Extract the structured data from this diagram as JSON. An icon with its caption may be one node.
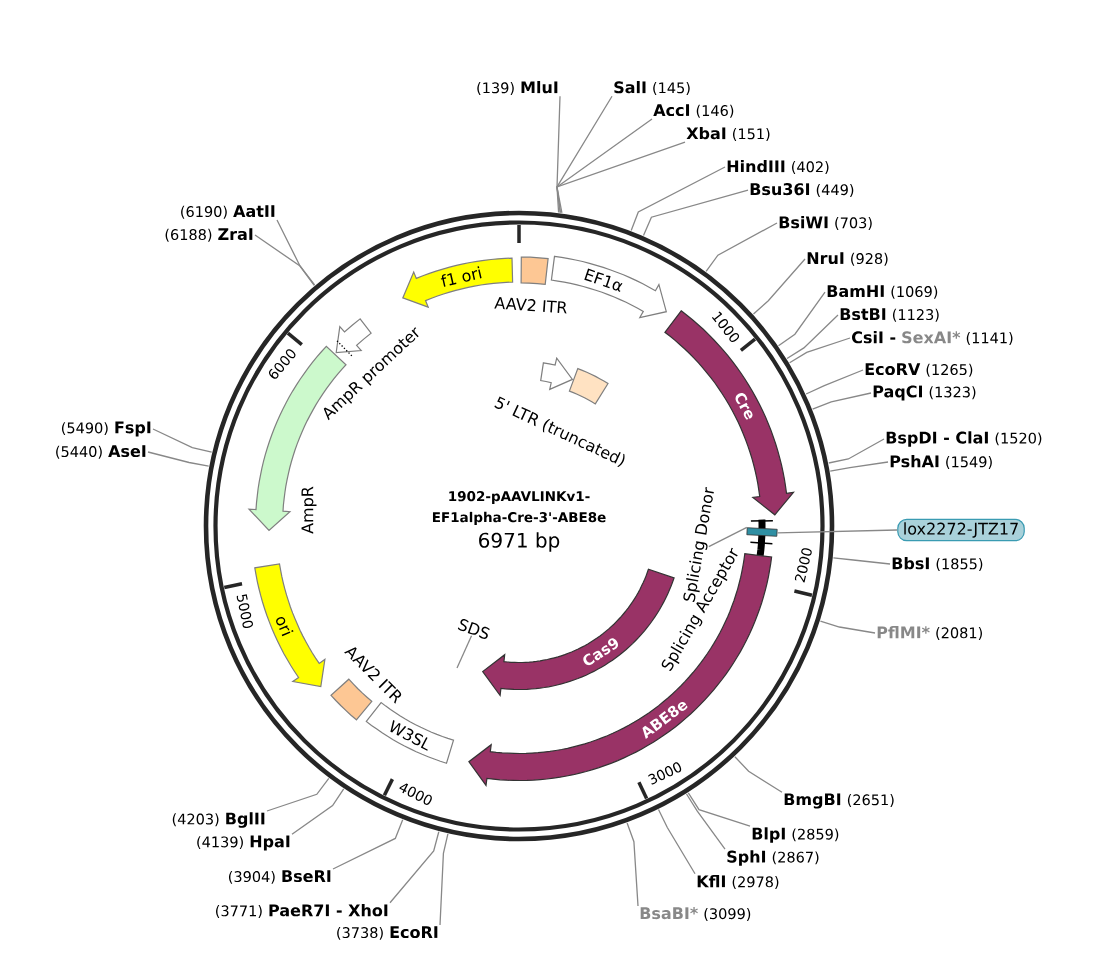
{
  "diagram": {
    "title": "1902-pAAVLINKv1- EF1alpha-Cre-3'-ABE8e",
    "nodes": [
      {
        "text": [
          "(139)",
          "MluI"
        ]
      },
      {
        "text": [
          "SalI",
          "(145)"
        ]
      },
      {
        "text": [
          "AccI",
          "(146)"
        ]
      },
      {
        "text": [
          "XbaI",
          "(151)"
        ]
      },
      {
        "text": [
          "HindIII",
          "(402)"
        ]
      },
      {
        "text": [
          "Bsu36I",
          "(449)"
        ]
      },
      {
        "text": [
          "(6190)",
          "AatII"
        ]
      },
      {
        "text": [
          "(6188)",
          "ZraI"
        ]
      },
      {
        "text": [
          "BsiWI",
          "(703)"
        ]
      },
      {
        "text": [
          "NruI",
          "(928)"
        ]
      },
      {
        "text": [
          "BamHI",
          "(1069)"
        ]
      },
      {
        "text": [
          "BstBI",
          "(1123)"
        ]
      },
      {
        "text": [
          "CsiI -",
          "SexAI*",
          "(1141)"
        ]
      },
      {
        "text": [
          "EcoRV",
          "(1265)"
        ]
      },
      {
        "text": [
          "PaqCI",
          "(1323)"
        ]
      },
      {
        "text": [
          "BspDI - ClaI",
          "(1520)"
        ]
      },
      {
        "text": [
          "PshAI",
          "(1549)"
        ]
      },
      {
        "text": [
          "(5490)",
          "FspI"
        ]
      },
      {
        "text": [
          "(5440)",
          "AseI"
        ]
      },
      {
        "text": [
          "lox2272-JTZ17"
        ]
      },
      {
        "text": [
          "BbsI",
          "(1855)"
        ]
      },
      {
        "text": [
          "PflMI*",
          "(2081)"
        ]
      },
      {
        "text": [
          "BmgBI",
          "(2651)"
        ]
      },
      {
        "text": [
          "BlpI",
          "(2859)"
        ]
      },
      {
        "text": [
          "SphI",
          "(2867)"
        ]
      },
      {
        "text": [
          "KflI",
          "(2978)"
        ]
      },
      {
        "text": [
          "BsaBI*",
          "(3099)"
        ]
      },
      {
        "text": [
          "(4203)",
          "BglII"
        ]
      },
      {
        "text": [
          "(4139)",
          "HpaI"
        ]
      },
      {
        "text": [
          "(3904)",
          "BseRI"
        ]
      },
      {
        "text": [
          "(3771)",
          "PaeR7I - XhoI"
        ]
      },
      {
        "text": [
          "(3738)",
          "EcoRI"
        ]
      },
      {
        "text": [
          "f1 ori"
        ]
      },
      {
        "text": [
          "AAV2 ITR"
        ]
      },
      {
        "text": [
          "EF1α"
        ]
      },
      {
        "text": [
          "Cre"
        ]
      },
      {
        "text": [
          "AmpR promoter"
        ]
      },
      {
        "text": [
          "5' LTR (truncated)"
        ]
      },
      {
        "text": [],
        "shape": "arrow"
      },
      {
        "text": [
          "AmpR"
        ]
      },
      {
        "text": [
          "Splicing Donor"
        ]
      },
      {
        "text": [],
        "shape": "box"
      },
      {
        "text": [
          "Cas9"
        ]
      },
      {
        "text": [
          "ABE8e"
        ]
      },
      {
        "text": [
          "SDS"
        ]
      },
      {
        "text": [
          "ori"
        ]
      },
      {
        "text": [
          "AAV2 ITR"
        ]
      },
      {
        "text": [
          "W3SL"
        ]
      }
    ],
    "edges": [
      {
        "from": 0,
        "to": null,
        "arrow": "none"
      },
      {
        "from": 1,
        "to": null,
        "arrow": "none"
      },
      {
        "from": 2,
        "to": null,
        "arrow": "none"
      },
      {
        "from": 3,
        "to": null,
        "arrow": "none"
      },
      {
        "from": 4,
        "to": null,
        "arrow": "none"
      },
      {
        "from": 5,
        "to": null,
        "arrow": "none"
      },
      {
        "from": 6,
        "to": null,
        "arrow": "none"
      },
      {
        "from": 7,
        "to": null,
        "arrow": "none"
      },
      {
        "from": 8,
        "to": null,
        "arrow": "none"
      },
      {
        "from": 9,
        "to": null,
        "arrow": "none"
      },
      {
        "from": 10,
        "to": null,
        "arrow": "none"
      },
      {
        "from": 11,
        "to": null,
        "arrow": "none"
      },
      {
        "from": 12,
        "to": null,
        "arrow": "none"
      },
      {
        "from": 13,
        "to": null,
        "arrow": "none"
      },
      {
        "from": 14,
        "to": null,
        "arrow": "none"
      },
      {
        "from": 15,
        "to": null,
        "arrow": "none"
      },
      {
        "from": 16,
        "to": null,
        "arrow": "none"
      },
      {
        "from": 17,
        "to": null,
        "arrow": "none"
      },
      {
        "from": 18,
        "to": null,
        "arrow": "none"
      },
      {
        "from": 19,
        "to": 41,
        "arrow": "none"
      },
      {
        "from": 20,
        "to": null,
        "arrow": "none"
      },
      {
        "from": 21,
        "to": null,
        "arrow": "none"
      },
      {
        "from": 22,
        "to": null,
        "arrow": "none"
      },
      {
        "from": 23,
        "to": null,
        "arrow": "none"
      },
      {
        "from": 24,
        "to": null,
        "arrow": "none"
      },
      {
        "from": 25,
        "to": null,
        "arrow": "none"
      },
      {
        "from": 26,
        "to": null,
        "arrow": "none"
      },
      {
        "from": 27,
        "to": null,
        "arrow": "none"
      },
      {
        "from": 28,
        "to": null,
        "arrow": "none"
      },
      {
        "from": 29,
        "to": null,
        "arrow": "none"
      },
      {
        "from": 30,
        "to": null,
        "arrow": "none"
      },
      {
        "from": 31,
        "to": null,
        "arrow": "none"
      },
      {
        "from": 40,
        "to": 41,
        "arrow": "none"
      },
      {
        "from": 44,
        "to": null,
        "arrow": "none"
      }
    ],
    "labels": [
      "6971 bp",
      "1000",
      "2000",
      "3000",
      "4000",
      "5000",
      "6000",
      "Splicing Acceptor"
    ]
  }
}
